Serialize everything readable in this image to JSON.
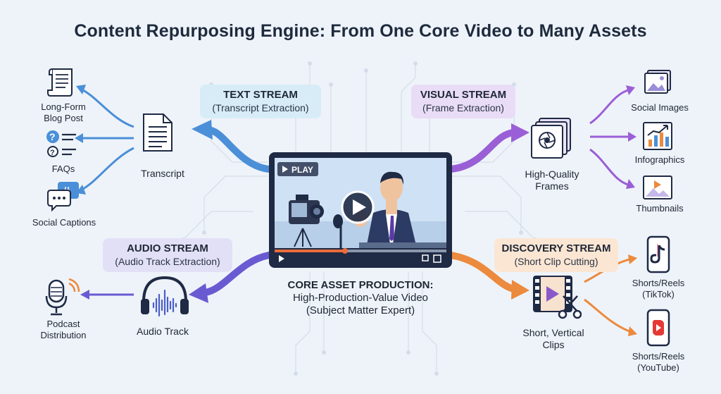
{
  "title": "Content Repurposing Engine: From One Core Video to Many Assets",
  "center": {
    "play_badge": "PLAY",
    "caption_line1": "CORE ASSET PRODUCTION:",
    "caption_line2": "High-Production-Value Video",
    "caption_line3": "(Subject Matter Expert)"
  },
  "streams": {
    "text": {
      "title": "TEXT STREAM",
      "subtitle": "(Transcript Extraction)",
      "color": "#d7ecf7"
    },
    "visual": {
      "title": "VISUAL STREAM",
      "subtitle": "(Frame Extraction)",
      "color": "#e9dcf6"
    },
    "audio": {
      "title": "AUDIO STREAM",
      "subtitle": "(Audio Track Extraction)",
      "color": "#e2e0f6"
    },
    "discovery": {
      "title": "DISCOVERY STREAM",
      "subtitle": "(Short Clip Cutting)",
      "color": "#fbe6d3"
    }
  },
  "intermediates": {
    "transcript": "Transcript",
    "frames_line1": "High-Quality",
    "frames_line2": "Frames",
    "audio_track": "Audio Track",
    "clips_line1": "Short, Vertical",
    "clips_line2": "Clips"
  },
  "outputs": {
    "blog_line1": "Long-Form",
    "blog_line2": "Blog Post",
    "faqs": "FAQs",
    "captions": "Social Captions",
    "podcast_line1": "Podcast",
    "podcast_line2": "Distribution",
    "social_images": "Social Images",
    "infographics": "Infographics",
    "thumbnails": "Thumbnails",
    "tiktok_line1": "Shorts/Reels",
    "tiktok_line2": "(TikTok)",
    "youtube_line1": "Shorts/Reels",
    "youtube_line2": "(YouTube)"
  },
  "icons": [
    "document-icon",
    "scroll-icon",
    "faq-icon",
    "hashtag-chat-icon",
    "headphones-icon",
    "microphone-icon",
    "photo-stack-icon",
    "image-icon",
    "chart-icon",
    "thumbnail-icon",
    "film-scissors-icon",
    "tiktok-phone-icon",
    "youtube-phone-icon",
    "video-player-icon"
  ],
  "colors": {
    "text_arrow": "#4b8fd8",
    "visual_arrow": "#9a5fd6",
    "audio_arrow": "#6a5ad2",
    "discovery_arrow": "#ec8a3e",
    "outline": "#1f2a44"
  }
}
